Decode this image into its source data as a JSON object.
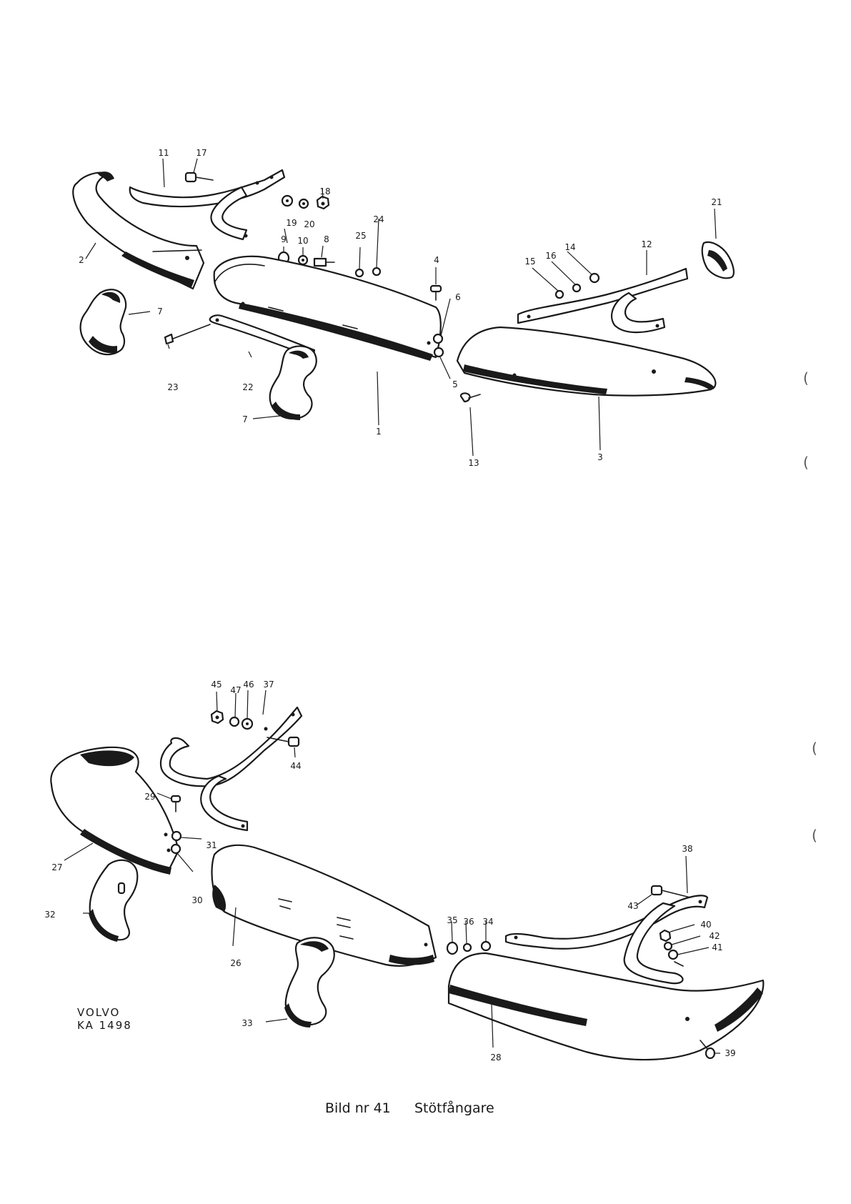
{
  "caption": {
    "figure_label": "Bild nr 41",
    "title": "Stötfångare"
  },
  "stamp": {
    "make": "VOLVO",
    "code": "KA 1498"
  },
  "upper_assembly": {
    "callouts": [
      "1",
      "2",
      "3",
      "4",
      "5",
      "6",
      "7",
      "7",
      "8",
      "9",
      "10",
      "11",
      "12",
      "13",
      "14",
      "15",
      "16",
      "17",
      "18",
      "19",
      "20",
      "21",
      "22",
      "23",
      "24",
      "25"
    ]
  },
  "lower_assembly": {
    "callouts": [
      "26",
      "27",
      "28",
      "29",
      "30",
      "31",
      "32",
      "33",
      "34",
      "35",
      "36",
      "37",
      "38",
      "39",
      "40",
      "41",
      "42",
      "43",
      "44",
      "45",
      "46",
      "47"
    ]
  },
  "edge_marks": [
    "(",
    "(",
    "(",
    "("
  ]
}
